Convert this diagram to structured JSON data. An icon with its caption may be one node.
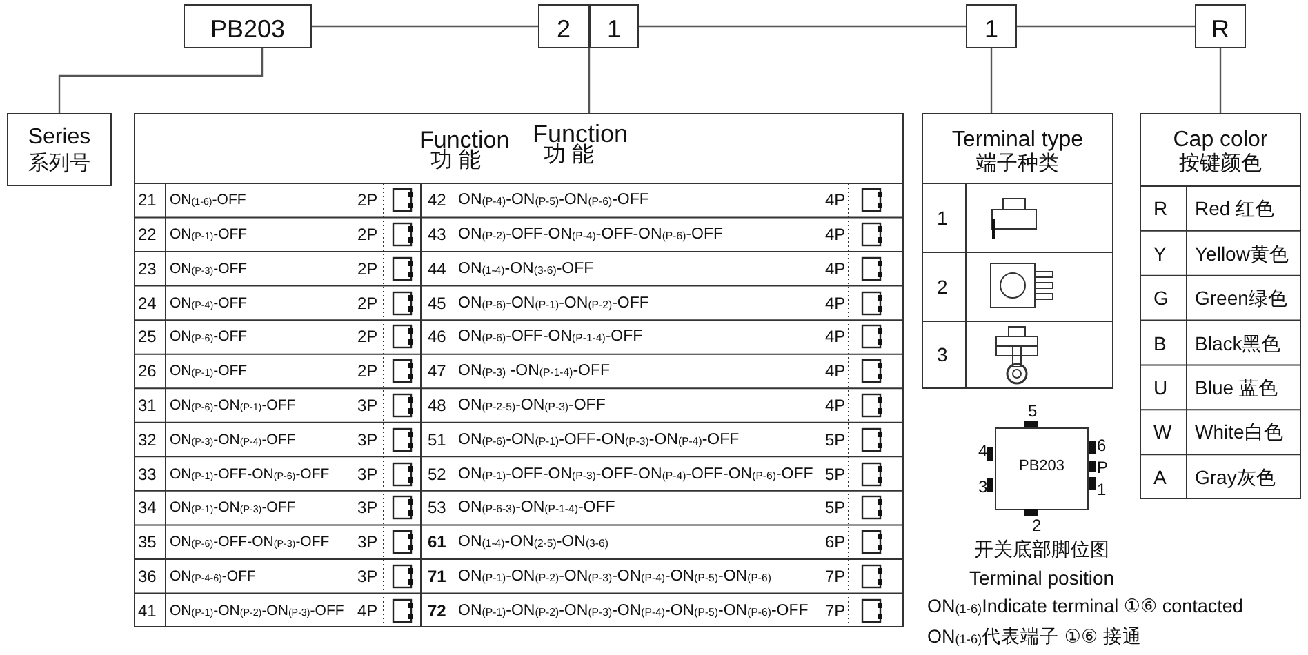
{
  "diagram": {
    "nodes": [
      {
        "text": [
          "PB203"
        ]
      },
      {
        "text": [
          "2"
        ]
      },
      {
        "text": [
          "1"
        ]
      },
      {
        "text": [
          "1"
        ]
      },
      {
        "text": [
          "R"
        ]
      },
      {
        "text": [
          "Series",
          "系列号"
        ]
      },
      {
        "text": [
          "Function",
          "功 能",
          "Function",
          "功 能"
        ]
      },
      {
        "text": [
          "Terminal type",
          "端子种类"
        ]
      },
      {
        "text": [
          "Cap color",
          "按键颜色"
        ]
      },
      {
        "text": [
          "PB203"
        ],
        "beside": [
          "开关底部脚位图",
          "Terminal position"
        ]
      }
    ],
    "edges": [
      {
        "from": 0,
        "to": 1,
        "arrow": "none"
      },
      {
        "from": 2,
        "to": 3,
        "arrow": "none"
      },
      {
        "from": 3,
        "to": 4,
        "arrow": "none"
      },
      {
        "from": 0,
        "to": 5,
        "arrow": "none"
      },
      {
        "from": 2,
        "to": 6,
        "arrow": "none"
      },
      {
        "from": 3,
        "to": 7,
        "arrow": "none"
      },
      {
        "from": 4,
        "to": 8,
        "arrow": "none"
      }
    ],
    "labels": [
      "21",
      "ON$_{(1-6)}$-OFF",
      "2P",
      "42",
      "ON$_{(P-4)}$-ON$_{(P-5)}$-ON$_{(P-6)}$-OFF",
      "4P",
      "22",
      "ON$_{(P-1)}$-OFF",
      "2P",
      "43",
      "ON$_{(P-2)}$-OFF-ON$_{(P-4)}$-OFF-ON$_{(P-6)}$-OFF",
      "4P",
      "23",
      "ON$_{(P-3)}$-OFF",
      "2P",
      "44",
      "ON$_{(1-4)}$-ON$_{(3-6)}$-OFF",
      "4P",
      "24",
      "ON$_{(P-4)}$-OFF",
      "2P",
      "45",
      "ON$_{(P-6)}$-ON$_{(P-1)}$-ON$_{(P-2)}$-OFF",
      "4P",
      "25",
      "ON$_{(P-6)}$-OFF",
      "2P",
      "46",
      "ON$_{(P-6)}$-OFF-ON$_{(P-1-4)}$-OFF",
      "4P",
      "26",
      "ON$_{(P-1)}$-OFF",
      "2P",
      "47",
      "ON$_{(P-3)}$ -ON$_{(P-1-4)}$-OFF",
      "4P",
      "31",
      "ON$_{(P-6)}$-ON$_{(P-1)}$-OFF",
      "3P",
      "48",
      "ON$_{(P-2-5)}$-ON$_{(P-3)}$-OFF",
      "4P",
      "32",
      "ON$_{(P-3)}$-ON$_{(P-4)}$-OFF",
      "3P",
      "51",
      "ON$_{(P-6)}$-ON$_{(P-1)}$-OFF-ON$_{(P-3)}$-ON$_{(P-4)}$-OFF",
      "5P",
      "33",
      "ON$_{(P-1)}$-OFF-ON$_{(P-6)}$-OFF",
      "3P",
      "52",
      "ON$_{(P-1)}$-OFF-ON$_{(P-3)}$-OFF-ON$_{(P-4)}$-OFF-ON$_{(P-6)}$-OFF",
      "5P",
      "34",
      "ON$_{(P-1)}$-ON$_{(P-3)}$-OFF",
      "3P",
      "53",
      "ON$_{(P-6-3)}$-ON$_{(P-1-4)}$-OFF",
      "5P",
      "35",
      "ON$_{(P-6)}$-OFF-ON$_{(P-3)}$-OFF",
      "3P",
      "61",
      "ON$_{(1-4)}$-ON$_{(2-5)}$-ON$_{(3-6)}$",
      "6P",
      "36",
      "ON$_{(P-4-6)}$-OFF",
      "3P",
      "71",
      "ON$_{(P-1)}$-ON$_{(P-2)}$-ON$_{(P-3)}$-ON$_{(P-4)}$-ON$_{(P-5)}$-ON$_{(P-6)}$",
      "7P",
      "41",
      "ON$_{(P-1)}$-ON$_{(P-2)}$-ON$_{(P-3)}$-OFF",
      "4P",
      "72",
      "ON$_{(P-1)}$-ON$_{(P-2)}$-ON$_{(P-3)}$-ON$_{(P-4)}$-ON$_{(P-5)}$-ON$_{(P-6)}$-OFF",
      "7P",
      "1",
      "2",
      "3",
      "R",
      "Red  红色",
      "Y",
      "Yellow黄色",
      "G",
      "Green绿色",
      "B",
      "Black黑色",
      "U",
      "Blue 蓝色",
      "W",
      "White白色",
      "A",
      "Gray灰色",
      "5",
      "4",
      "6",
      "P",
      "3",
      "1",
      "2",
      "ON$_{(1-6)}$Indicate terminal ①⑥ contacted",
      "ON$_{(1-6)}$代表端子 ①⑥ 接通"
    ]
  }
}
